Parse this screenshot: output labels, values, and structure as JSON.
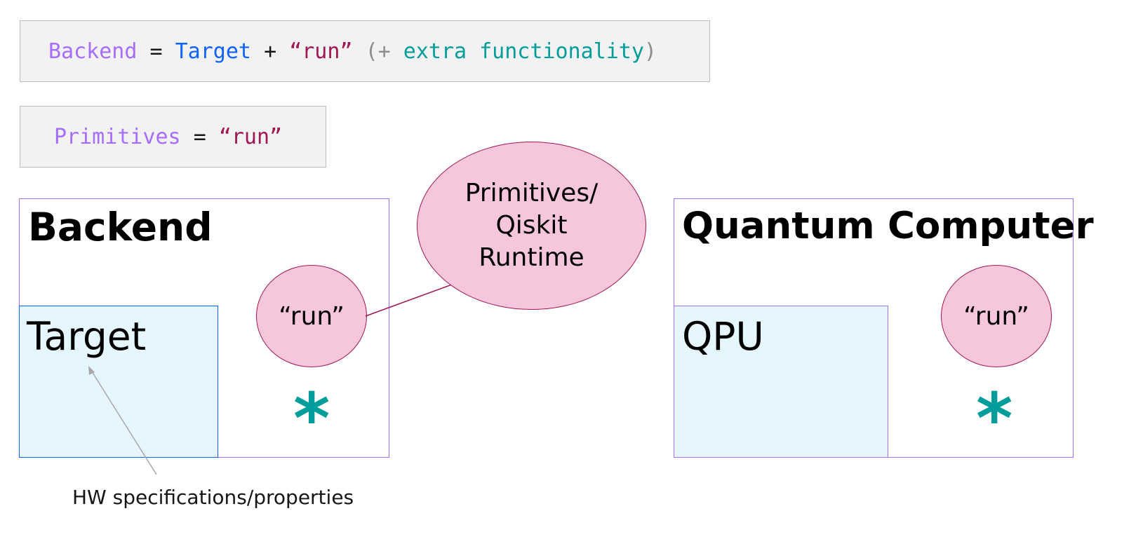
{
  "equation_backend": {
    "lhs": "Backend",
    "equals": "=",
    "target": "Target",
    "plus": "+",
    "run": "“run”",
    "extra_open": "(+",
    "extra": "extra functionality",
    "extra_close": ")"
  },
  "equation_primitives": {
    "lhs": "Primitives",
    "equals": "=",
    "run": "“run”"
  },
  "backend_box": {
    "title": "Backend",
    "target_label": "Target",
    "run_label": "“run”",
    "star": "*"
  },
  "runtime_bubble": {
    "line1": "Primitives/",
    "line2": "Qiskit",
    "line3": "Runtime"
  },
  "quantum_box": {
    "title": "Quantum Computer",
    "qpu_label": "QPU",
    "run_label": "“run”",
    "star": "*"
  },
  "annotation": {
    "text": "HW specifications/properties"
  },
  "colors": {
    "purple": "#a56eff",
    "blue": "#0f62fe",
    "maroon": "#9f1853",
    "teal": "#009d9a",
    "pink_fill": "#f5c6dc",
    "light_blue_fill": "#e5f6ff"
  }
}
